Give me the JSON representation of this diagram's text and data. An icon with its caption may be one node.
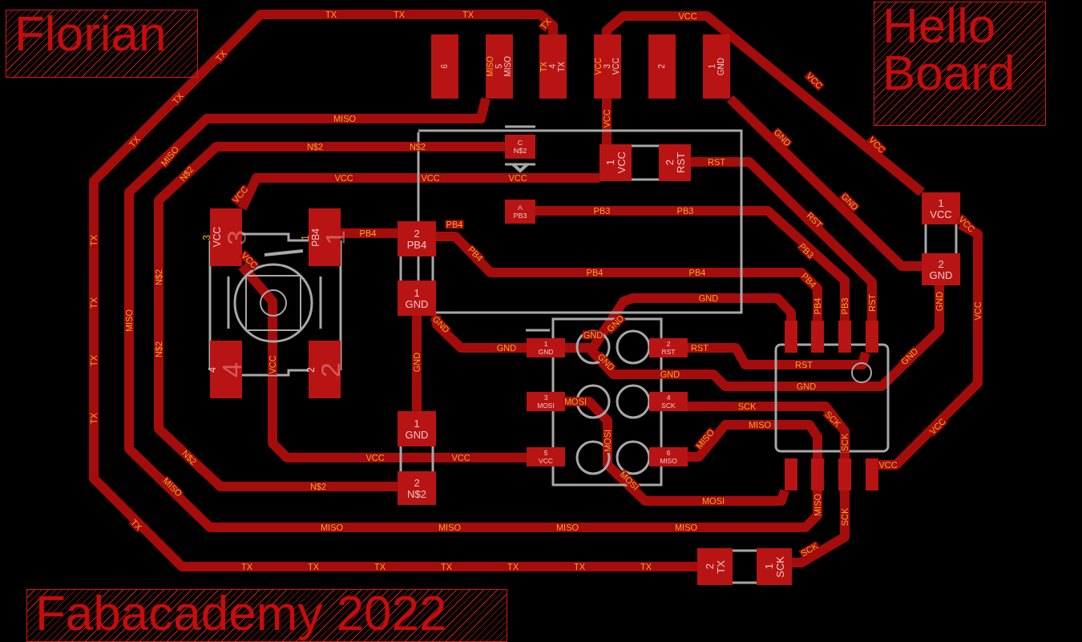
{
  "diagram": {
    "nodes": [
      {
        "text": [
          "6"
        ]
      },
      {
        "text": [
          "MISO",
          "5",
          "MISO"
        ]
      },
      {
        "text": [
          "TX",
          "4",
          "TX"
        ]
      },
      {
        "text": [
          "VCC",
          "3",
          "VCC"
        ]
      },
      {
        "text": [
          "2"
        ]
      },
      {
        "text": [
          "1",
          "GND"
        ]
      },
      {
        "text": [
          "C",
          "N$2"
        ]
      },
      {
        "text": [
          "A",
          "PB3"
        ]
      },
      {
        "text": [
          "1",
          "VCC"
        ]
      },
      {
        "text": [
          "2",
          "RST"
        ]
      },
      {
        "text": [
          "3",
          "VCC",
          "3"
        ]
      },
      {
        "text": [
          "1",
          "PB4",
          "1"
        ]
      },
      {
        "text": [
          "4",
          "4"
        ]
      },
      {
        "text": [
          "2",
          "2"
        ]
      },
      {
        "text": [
          "2",
          "PB4"
        ]
      },
      {
        "text": [
          "1",
          "GND"
        ]
      },
      {
        "text": [
          "1",
          "GND"
        ]
      },
      {
        "text": [
          "2",
          "RST"
        ]
      },
      {
        "text": [
          "3",
          "MOSI"
        ]
      },
      {
        "text": [
          "4",
          "SCK"
        ]
      },
      {
        "text": [
          "5",
          "VCC"
        ]
      },
      {
        "text": [
          "6",
          "MISO"
        ]
      },
      {
        "text": [
          "1",
          "GND"
        ]
      },
      {
        "text": [
          "2",
          "N$2"
        ]
      },
      {
        "text": [
          "1",
          "VCC"
        ]
      },
      {
        "text": [
          "2",
          "GND"
        ]
      },
      {
        "text": [],
        "shape": "bar"
      },
      {
        "text": [],
        "shape": "bar"
      },
      {
        "text": [],
        "shape": "bar"
      },
      {
        "text": [],
        "shape": "bar"
      },
      {
        "text": [],
        "shape": "bar"
      },
      {
        "text": [],
        "shape": "bar"
      },
      {
        "text": [],
        "shape": "bar"
      },
      {
        "text": [],
        "shape": "bar"
      },
      {
        "text": [
          "2",
          "TX"
        ]
      },
      {
        "text": [
          "1",
          "SCK"
        ]
      },
      {
        "text": [
          "Florian"
        ]
      },
      {
        "text": [
          "Hello Board"
        ]
      },
      {
        "text": [
          "Fabacademy 2022"
        ]
      }
    ],
    "edges": [
      {
        "from": 2,
        "to": 34,
        "arrow": "none",
        "label": "TX"
      },
      {
        "from": 1,
        "to": 31,
        "arrow": "none",
        "label": "MISO"
      },
      {
        "from": 21,
        "to": 31,
        "arrow": "none",
        "label": "MISO"
      },
      {
        "from": 6,
        "to": 23,
        "arrow": "none",
        "label": "N$2"
      },
      {
        "from": 8,
        "to": 10,
        "arrow": "none",
        "label": "VCC"
      },
      {
        "from": 3,
        "to": 8,
        "arrow": "none",
        "label": "VCC"
      },
      {
        "from": 3,
        "to": 24,
        "arrow": "none",
        "label": "VCC"
      },
      {
        "from": 24,
        "to": 33,
        "arrow": "none",
        "label": "VCC"
      },
      {
        "from": 10,
        "to": 20,
        "arrow": "none",
        "label": "VCC"
      },
      {
        "from": 5,
        "to": 25,
        "arrow": "none",
        "label": "GND"
      },
      {
        "from": 25,
        "to": 16,
        "arrow": "none",
        "label": "GND"
      },
      {
        "from": 16,
        "to": 26,
        "arrow": "none",
        "label": "GND"
      },
      {
        "from": 15,
        "to": 16,
        "arrow": "none",
        "label": "GND"
      },
      {
        "from": 15,
        "to": 22,
        "arrow": "none",
        "label": "GND"
      },
      {
        "from": 11,
        "to": 14,
        "arrow": "none",
        "label": "PB4"
      },
      {
        "from": 14,
        "to": 27,
        "arrow": "none",
        "label": "PB4"
      },
      {
        "from": 7,
        "to": 28,
        "arrow": "none",
        "label": "PB3"
      },
      {
        "from": 9,
        "to": 29,
        "arrow": "none",
        "label": "RST"
      },
      {
        "from": 17,
        "to": 29,
        "arrow": "none",
        "label": "RST"
      },
      {
        "from": 19,
        "to": 32,
        "arrow": "none",
        "label": "SCK"
      },
      {
        "from": 32,
        "to": 35,
        "arrow": "none",
        "label": "SCK"
      },
      {
        "from": 18,
        "to": 30,
        "arrow": "none",
        "label": "MOSI"
      }
    ],
    "labels": [
      "TX",
      "TX",
      "TX",
      "TX",
      "TX",
      "TX",
      "TX",
      "TX",
      "TX",
      "TX",
      "TX",
      "TX",
      "TX",
      "TX",
      "TX",
      "TX",
      "TX",
      "TX",
      "MISO",
      "MISO",
      "MISO",
      "MISO",
      "MISO",
      "MISO",
      "MISO",
      "MISO",
      "MISO",
      "N$2",
      "N$2",
      "N$2",
      "N$2",
      "N$2",
      "N$2",
      "VCC",
      "VCC",
      "VCC",
      "VCC",
      "VCC",
      "VCC",
      "VCC",
      "VCC",
      "VCC",
      "VCC",
      "VCC",
      "GND",
      "GND",
      "GND",
      "GND",
      "GND",
      "GND",
      "GND",
      "GND",
      "PB4",
      "PB4",
      "PB4",
      "PB4",
      "PB4",
      "PB3",
      "PB3",
      "PB3",
      "RST",
      "RST",
      "RST",
      "SCK",
      "SCK",
      "SCK",
      "MOSI",
      "MOSI",
      "MOSI"
    ]
  }
}
